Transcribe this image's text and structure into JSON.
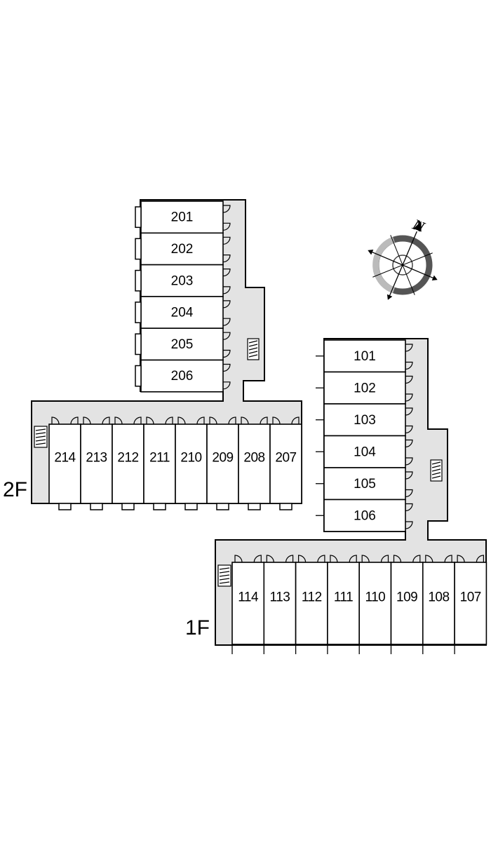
{
  "floor_2": {
    "label": "2F",
    "north_wing_rooms": [
      "201",
      "202",
      "203",
      "204",
      "205",
      "206"
    ],
    "south_row_rooms": [
      "214",
      "213",
      "212",
      "211",
      "210",
      "209",
      "208",
      "207"
    ]
  },
  "floor_1": {
    "label": "1F",
    "north_wing_rooms": [
      "101",
      "102",
      "103",
      "104",
      "105",
      "106"
    ],
    "south_row_rooms": [
      "114",
      "113",
      "112",
      "111",
      "110",
      "109",
      "108",
      "107"
    ]
  },
  "compass": {
    "north_label": "N",
    "icon": "compass-icon"
  }
}
